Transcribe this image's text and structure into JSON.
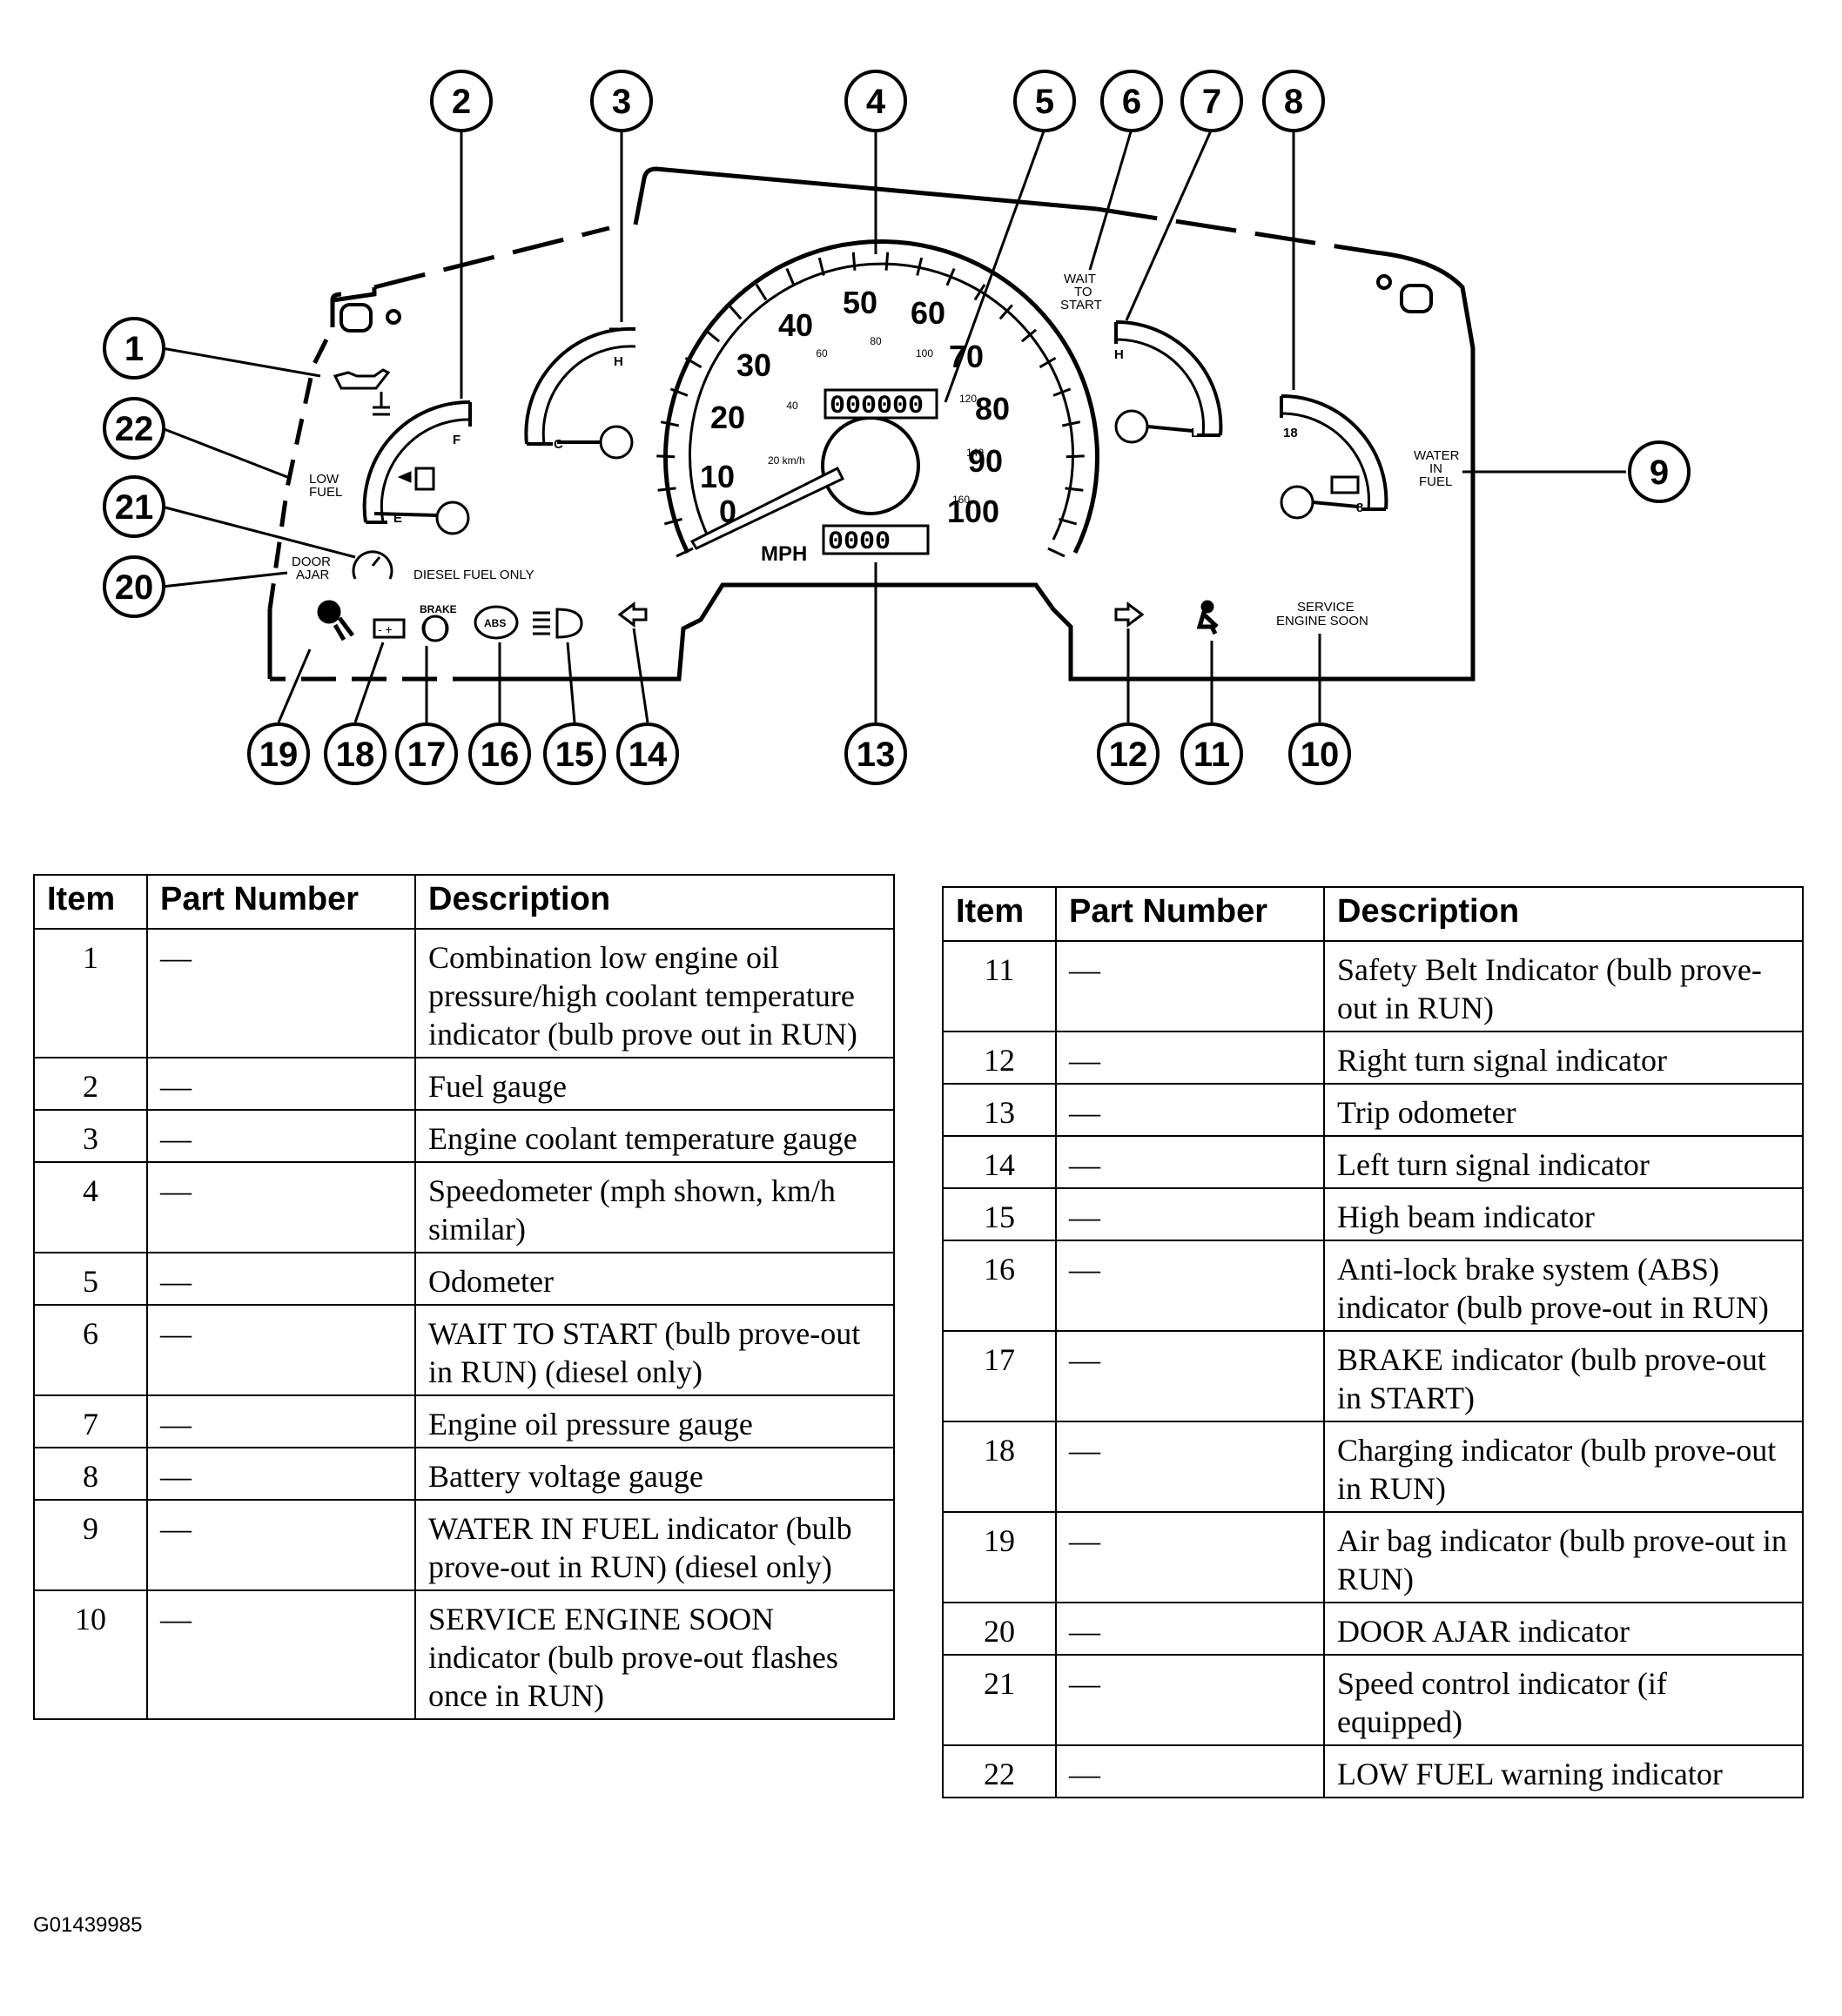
{
  "diagram": {
    "callouts": [
      "1",
      "2",
      "3",
      "4",
      "5",
      "6",
      "7",
      "8",
      "9",
      "10",
      "11",
      "12",
      "13",
      "14",
      "15",
      "16",
      "17",
      "18",
      "19",
      "20",
      "21",
      "22"
    ],
    "labels": {
      "low_fuel_1": "LOW",
      "low_fuel_2": "FUEL",
      "door_ajar_1": "DOOR",
      "door_ajar_2": "AJAR",
      "diesel_fuel_only": "DIESEL FUEL ONLY",
      "brake": "BRAKE",
      "abs": "ABS",
      "wait_1": "WAIT",
      "wait_2": "TO",
      "wait_3": "START",
      "water_1": "WATER",
      "water_2": "IN",
      "water_3": "FUEL",
      "service_1": "SERVICE",
      "service_2": "ENGINE SOON",
      "mph": "MPH",
      "fuel_f": "F",
      "fuel_e": "E",
      "temp_h": "H",
      "temp_c": "C",
      "oil_h": "H",
      "oil_l": "L",
      "volt_18": "18",
      "volt_8": "8",
      "odometer": "000000",
      "trip": "0000",
      "kmh_label": "20 km/h"
    },
    "speed_marks": [
      "0",
      "10",
      "20",
      "30",
      "40",
      "50",
      "60",
      "70",
      "80",
      "90",
      "100"
    ],
    "kmh_marks": [
      "40",
      "60",
      "80",
      "100",
      "120",
      "140",
      "160"
    ]
  },
  "table_left": {
    "headers": [
      "Item",
      "Part Number",
      "Description"
    ],
    "rows": [
      {
        "item": "1",
        "part": "—",
        "desc": "Combination low engine oil pressure/high coolant temperature indicator (bulb prove out in RUN)"
      },
      {
        "item": "2",
        "part": "—",
        "desc": "Fuel gauge"
      },
      {
        "item": "3",
        "part": "—",
        "desc": "Engine coolant temperature gauge"
      },
      {
        "item": "4",
        "part": "—",
        "desc": "Speedometer (mph shown, km/h similar)"
      },
      {
        "item": "5",
        "part": "—",
        "desc": "Odometer"
      },
      {
        "item": "6",
        "part": "—",
        "desc": "WAIT TO START (bulb prove-out in RUN) (diesel only)"
      },
      {
        "item": "7",
        "part": "—",
        "desc": "Engine oil pressure gauge"
      },
      {
        "item": "8",
        "part": "—",
        "desc": "Battery voltage gauge"
      },
      {
        "item": "9",
        "part": "—",
        "desc": "WATER IN FUEL indicator (bulb prove-out in RUN) (diesel only)"
      },
      {
        "item": "10",
        "part": "—",
        "desc": "SERVICE ENGINE SOON indicator (bulb prove-out flashes once in RUN)"
      }
    ]
  },
  "table_right": {
    "headers": [
      "Item",
      "Part Number",
      "Description"
    ],
    "rows": [
      {
        "item": "11",
        "part": "—",
        "desc": "Safety Belt Indicator (bulb prove-out in RUN)"
      },
      {
        "item": "12",
        "part": "—",
        "desc": "Right turn signal indicator"
      },
      {
        "item": "13",
        "part": "—",
        "desc": "Trip odometer"
      },
      {
        "item": "14",
        "part": "—",
        "desc": "Left turn signal indicator"
      },
      {
        "item": "15",
        "part": "—",
        "desc": "High beam indicator"
      },
      {
        "item": "16",
        "part": "—",
        "desc": "Anti-lock brake system (ABS) indicator (bulb prove-out in RUN)"
      },
      {
        "item": "17",
        "part": "—",
        "desc": "BRAKE indicator (bulb prove-out in START)"
      },
      {
        "item": "18",
        "part": "—",
        "desc": "Charging indicator (bulb prove-out in RUN)"
      },
      {
        "item": "19",
        "part": "—",
        "desc": "Air bag indicator (bulb prove-out in RUN)"
      },
      {
        "item": "20",
        "part": "—",
        "desc": "DOOR AJAR indicator"
      },
      {
        "item": "21",
        "part": "—",
        "desc": "Speed control indicator (if equipped)"
      },
      {
        "item": "22",
        "part": "—",
        "desc": "LOW FUEL warning indicator"
      }
    ]
  },
  "figure_id": "G01439985"
}
